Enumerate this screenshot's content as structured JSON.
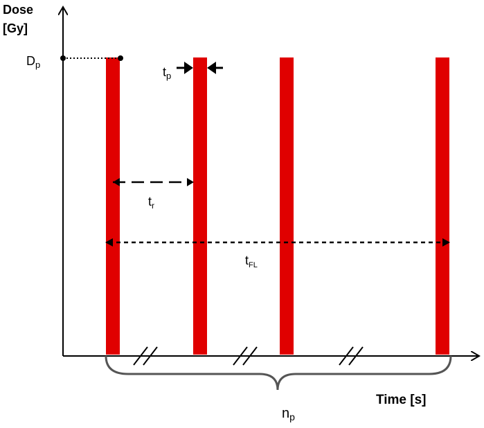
{
  "labels": {
    "y_axis_line1": "Dose",
    "y_axis_line2": "[Gy]",
    "x_axis": "Time [s]",
    "pulse_dose": {
      "main": "D",
      "sub": "p"
    },
    "pulse_width": {
      "main": "t",
      "sub": "p"
    },
    "repetition_time": {
      "main": "t",
      "sub": "r"
    },
    "flash_time": {
      "main": "t",
      "sub": "FL"
    },
    "pulse_count": {
      "main": "n",
      "sub": "p"
    }
  },
  "colors": {
    "pulse": "#e00000",
    "line": "#000000",
    "brace": "#555555"
  }
}
